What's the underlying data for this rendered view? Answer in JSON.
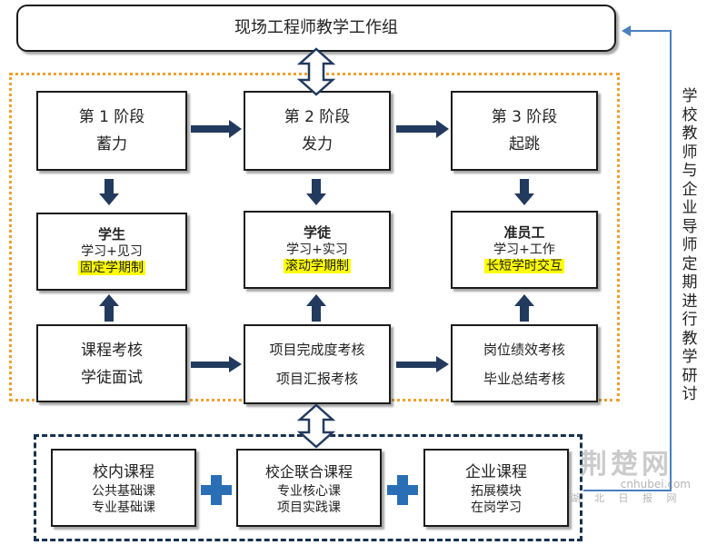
{
  "header": {
    "title": "现场工程师教学工作组"
  },
  "stages": [
    {
      "name": "第 1 阶段",
      "sub": "蓄力"
    },
    {
      "name": "第 2 阶段",
      "sub": "发力"
    },
    {
      "name": "第 3 阶段",
      "sub": "起跳"
    }
  ],
  "roles": [
    {
      "title": "学生",
      "mode": "学习+见习",
      "system": "固定学期制"
    },
    {
      "title": "学徒",
      "mode": "学习+实习",
      "system": "滚动学期制"
    },
    {
      "title": "准员工",
      "mode": "学习+工作",
      "system": "长短学时交互"
    }
  ],
  "assessments": [
    {
      "line1": "课程考核",
      "line2": "学徒面试"
    },
    {
      "line1": "项目完成度考核",
      "line2": "项目汇报考核"
    },
    {
      "line1": "岗位绩效考核",
      "line2": "毕业总结考核"
    }
  ],
  "courses": [
    {
      "title": "校内课程",
      "line1": "公共基础课",
      "line2": "专业基础课"
    },
    {
      "title": "校企联合课程",
      "line1": "专业核心课",
      "line2": "项目实践课"
    },
    {
      "title": "企业课程",
      "line1": "拓展模块",
      "line2": "在岗学习"
    }
  ],
  "side_label": "学校教师与企业导师定期进行教学研讨",
  "watermark": {
    "logo": "荆楚网",
    "domain": "cnhubei.com",
    "sub": "湖 北 日 报 网"
  },
  "colors": {
    "arrow": "#223a5e",
    "orange": "#f0a030",
    "navy": "#17324f",
    "highlight": "#ffff00",
    "connector": "#4a7fc0"
  }
}
